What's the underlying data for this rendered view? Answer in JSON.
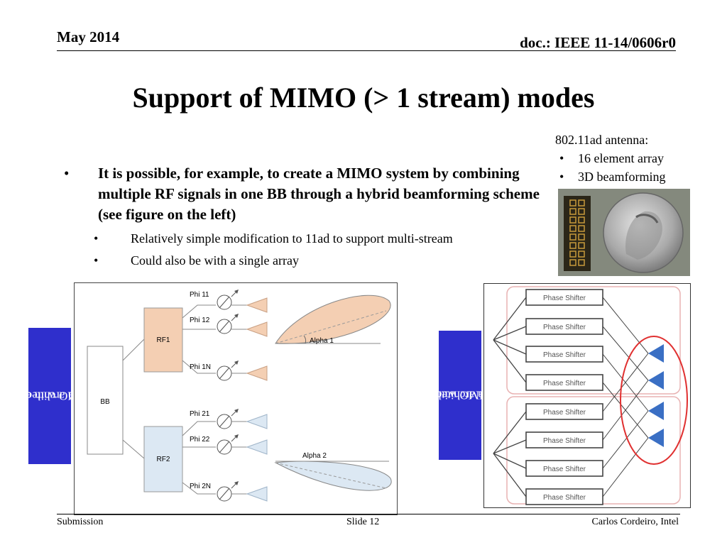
{
  "header": {
    "date": "May 2014",
    "doc": "doc.: IEEE 11-14/0606r0"
  },
  "title": "Support of MIMO (> 1 stream) modes",
  "antenna_note": {
    "heading": "802.11ad antenna:",
    "items": [
      "16 element array",
      "3D beamforming"
    ]
  },
  "bullets": {
    "main": "It is possible, for example, to create a MIMO system by combining multiple RF signals in one BB through a hybrid beamforming scheme (see figure on the left)",
    "sub": [
      "Relatively simple modification to 11ad to support multi-stream",
      "Could also be with a single array"
    ]
  },
  "labels": {
    "left": [
      "MIMO with existing",
      "antenna architecture"
    ],
    "right": [
      "MIMO with new",
      "antenna architecture"
    ]
  },
  "fig_left": {
    "bb": "BB",
    "rf1": "RF1",
    "rf2": "RF2",
    "phases": [
      "Phi 11",
      "Phi 12",
      "Phi 1N",
      "Phi 21",
      "Phi 22",
      "Phi 2N"
    ],
    "alpha1": "Alpha 1",
    "alpha2": "Alpha 2"
  },
  "fig_right": {
    "shifter": "Phase Shifter"
  },
  "footer": {
    "left": "Submission",
    "mid": "Slide 12",
    "right": "Carlos Cordeiro, Intel"
  },
  "colors": {
    "label_bg": "#2f2fcc",
    "rf1_fill": "#f4cfb3",
    "rf2_fill": "#dce8f3",
    "ellipse": "#e03030",
    "antenna_blue": "#3a6fc4"
  }
}
